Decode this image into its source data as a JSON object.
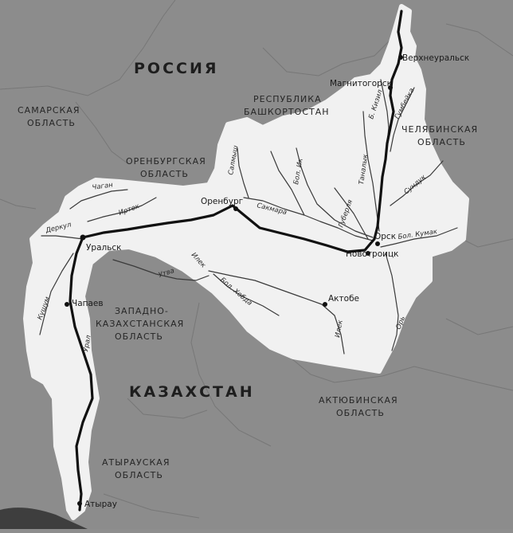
{
  "countries": {
    "russia": "РОССИЯ",
    "kazakhstan": "КАЗАХСТАН"
  },
  "regions": {
    "samara": [
      "САМАРСКАЯ",
      "ОБЛАСТЬ"
    ],
    "orenburg": [
      "ОРЕНБУРГСКАЯ",
      "ОБЛАСТЬ"
    ],
    "bashkortostan": [
      "РЕСПУБЛИКА",
      "БАШКОРТОСТАН"
    ],
    "chelyabinsk": [
      "ЧЕЛЯБИНСКАЯ",
      "ОБЛАСТЬ"
    ],
    "west_kazakhstan": [
      "ЗАПАДНО-",
      "КАЗАХСТАНСКАЯ",
      "ОБЛАСТЬ"
    ],
    "aktobe_region": [
      "АКТЮБИНСКАЯ",
      "ОБЛАСТЬ"
    ],
    "atyrau_region": [
      "АТЫРАУСКАЯ",
      "ОБЛАСТЬ"
    ]
  },
  "cities": {
    "verkhneuralsk": "Верхнеуральск",
    "magnitogorsk": "Магнитогорск",
    "orenburg": "Оренбург",
    "orsk": "Орск",
    "novotroitsk": "Новотроицк",
    "uralsk": "Уральск",
    "chapaev": "Чапаев",
    "aktobe": "Актобе",
    "atyrau": "Атырау"
  },
  "rivers": {
    "ural": "Урал",
    "b_kizil": "Б. Кизил",
    "gumbeyka": "Гумбейка",
    "sundukh": "Сундук",
    "tanalyk": "Таналык",
    "bol_ik": "Бол. Ик",
    "salmysh": "Салмыш",
    "sakmara": "Сакмара",
    "guberlya": "Губерля",
    "bol_kumak": "Бол. Кумак",
    "or": "Орь",
    "ilek_east": "Илек",
    "ilek_west": "Илек",
    "bol_khobda": "Бол. Хобда",
    "utva": "Утва",
    "irtek": "Иртек",
    "chagan": "Чаган",
    "derkul": "Деркул",
    "kushum": "Кушум"
  }
}
